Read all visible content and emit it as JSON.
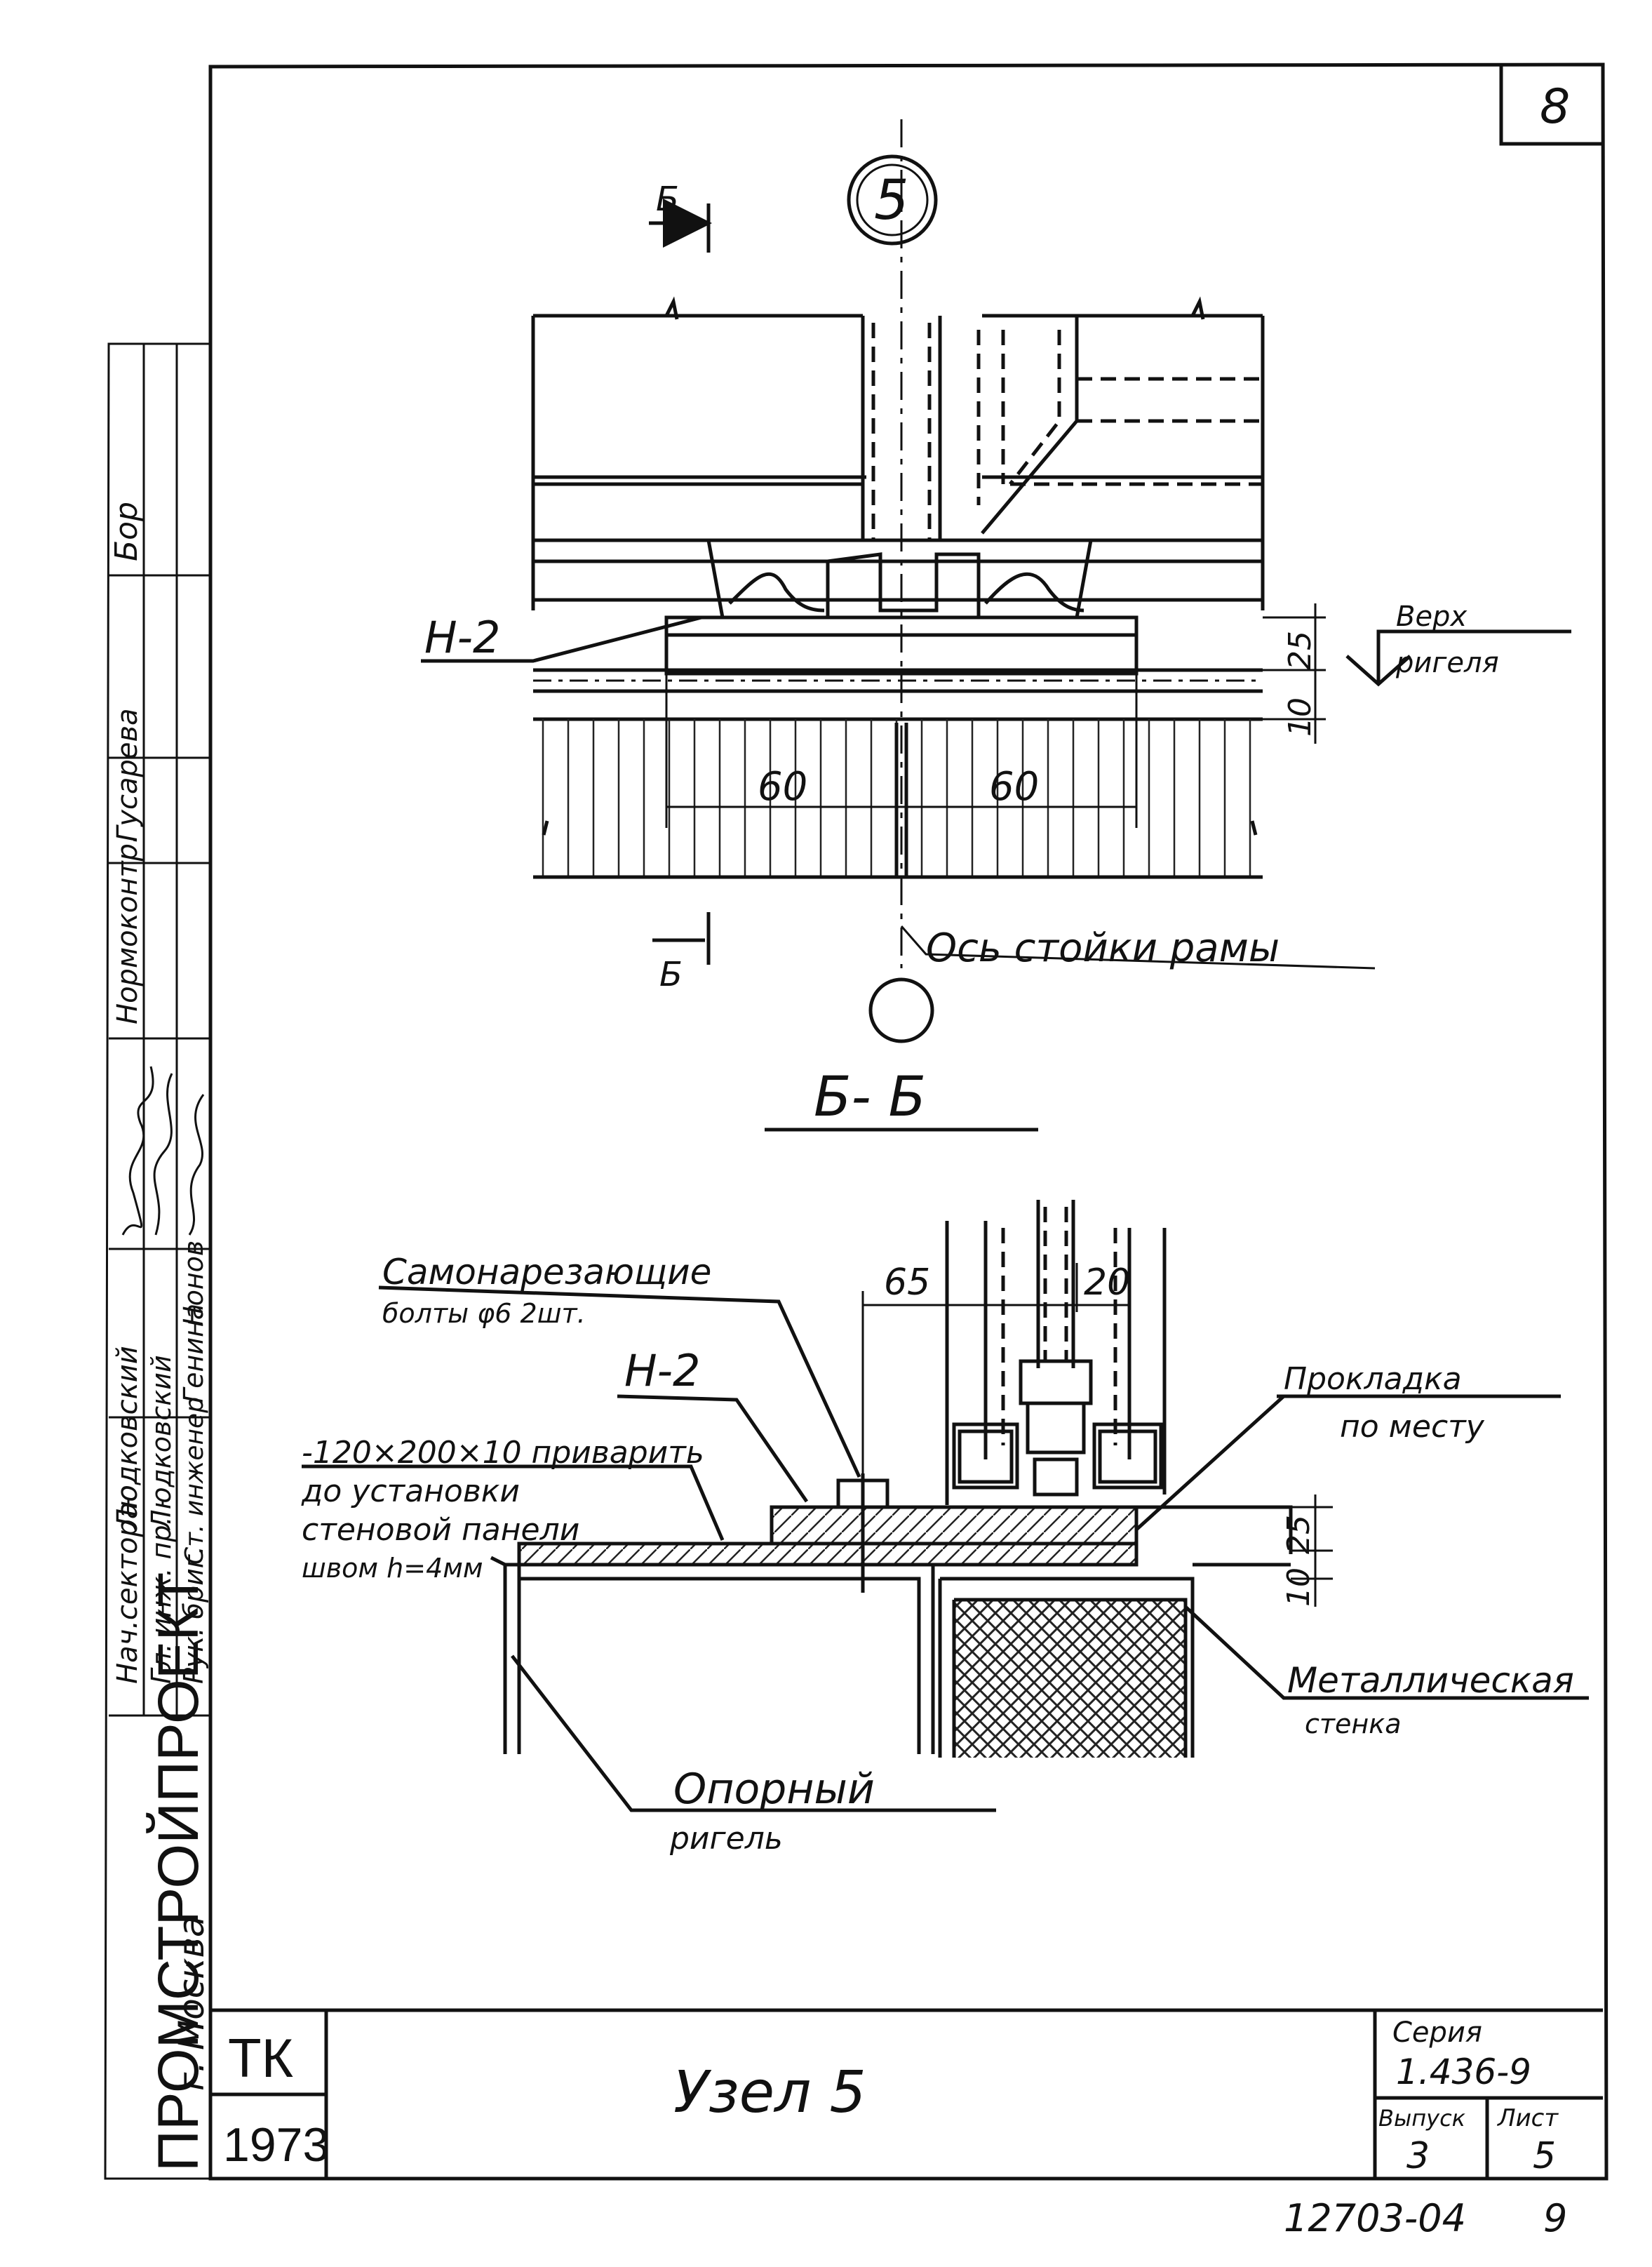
{
  "sheet_number": "8",
  "node_marker": "5",
  "axis_marker": "",
  "section_mark": "Б",
  "section_title": "Б- Б",
  "dims": {
    "half_left": "60",
    "half_right": "60",
    "pad_thickness": "25",
    "gap": "10",
    "offset_65": "65",
    "offset_20": "20",
    "bottom_pad": "25",
    "bottom_gap": "10"
  },
  "callouts": {
    "h2_top": "Н-2",
    "rigel_top_line1": "Верх",
    "rigel_top_line2": "ригеля",
    "column_axis": "Ось стойки рамы",
    "bolts_line1": "Самонарезающие",
    "bolts_line2": "болты φ6 2шт.",
    "h2_bottom": "Н-2",
    "plate_line1": "-120×200×10 приварить",
    "plate_line2": "до установки",
    "plate_line3": "стеновой панели",
    "plate_line4": "швом h=4мм",
    "gasket_line1": "Прокладка",
    "gasket_line2": "по месту",
    "metal_wall_line1": "Металлическая",
    "metal_wall_line2": "стенка",
    "support_rigel_line1": "Опорный",
    "support_rigel_line2": "ригель"
  },
  "title_block": {
    "stamp_top": "ТК",
    "stamp_year": "1973",
    "title": "Узел 5",
    "series_label": "Серия",
    "series_value": "1.436-9",
    "issue_label": "Выпуск",
    "issue_value": "3",
    "sheet_label": "Лист",
    "sheet_value": "5",
    "doc_code": "12703-04",
    "doc_page": "9"
  },
  "left_strip": {
    "org_name": "ПРОМСТРОЙПРОЕКТ",
    "org_city": "г. Москва",
    "roles": [
      "Нач.сектора",
      "Гл. инж. пр.",
      "Рук. бриг.",
      "Ст. инженер"
    ],
    "names": [
      "Людковский",
      "Людковский",
      "Генина",
      "Нонов"
    ],
    "control_label": "Нормоконтр.",
    "control_name": "Гусарева",
    "approve_mark": "Бор"
  },
  "colors": {
    "ink": "#111111",
    "paper": "#ffffff",
    "hatch": "#222222"
  }
}
